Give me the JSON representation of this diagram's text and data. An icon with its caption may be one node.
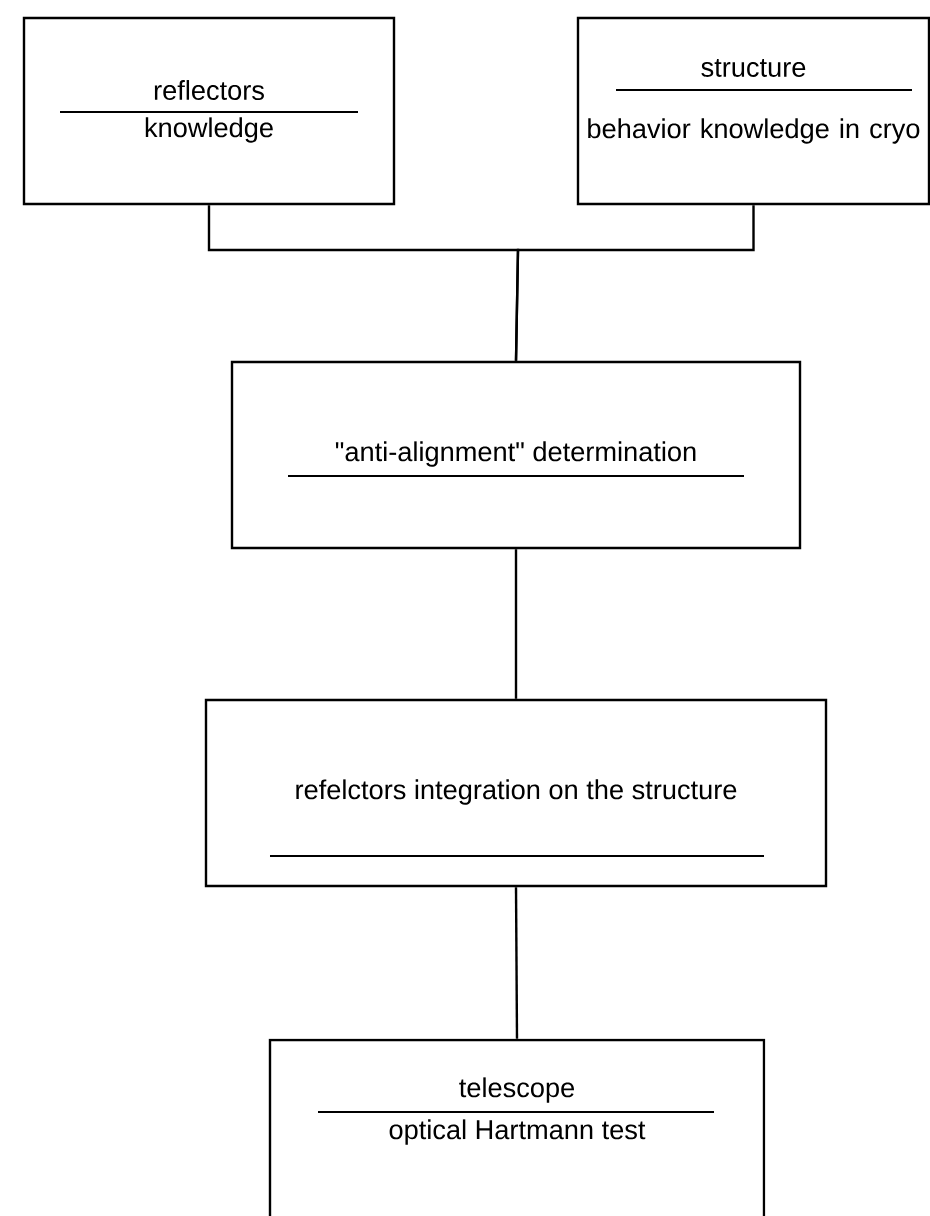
{
  "diagram": {
    "nodes": [
      {
        "text": [
          "reflectors",
          "knowledge"
        ]
      },
      {
        "text": [
          "structure",
          "behavior knowledge in cryo"
        ]
      },
      {
        "text": [
          "\"anti-alignment\" determination"
        ]
      },
      {
        "text": [
          "refelctors integration on the structure"
        ]
      },
      {
        "text": [
          "telescope",
          "optical Hartmann test"
        ]
      }
    ],
    "edges": [
      {
        "from": 0,
        "to": 2,
        "arrow": "none"
      },
      {
        "from": 1,
        "to": 2,
        "arrow": "none"
      },
      {
        "from": 2,
        "to": 3,
        "arrow": "none"
      },
      {
        "from": 3,
        "to": 4,
        "arrow": "none"
      }
    ]
  }
}
